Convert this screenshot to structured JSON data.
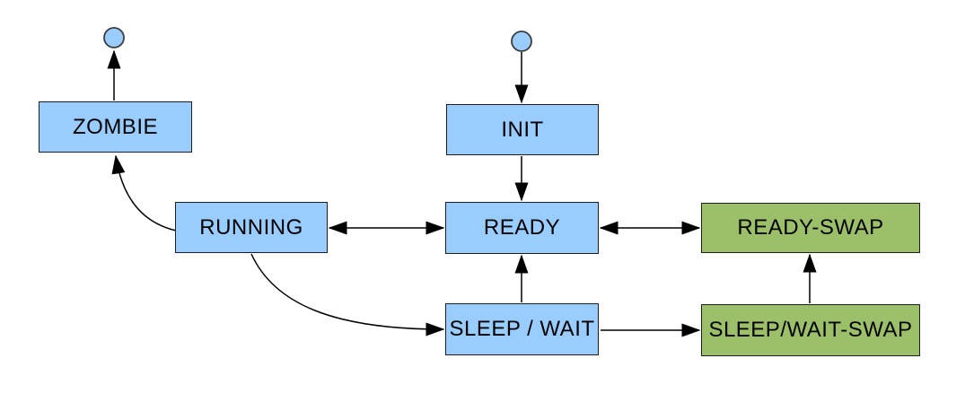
{
  "diagram": {
    "type": "state-diagram",
    "colors": {
      "blue_fill": "#99CCFF",
      "green_fill": "#9CBF69",
      "border": "#1F1F1F",
      "line": "#000000",
      "background": "#FFFFFF"
    },
    "start_markers": [
      {
        "id": "terminal-circle-zombie",
        "shape": "circle"
      },
      {
        "id": "start-circle-init",
        "shape": "circle"
      }
    ],
    "nodes": [
      {
        "id": "zombie",
        "label": "ZOMBIE",
        "fill": "blue_fill"
      },
      {
        "id": "init",
        "label": "INIT",
        "fill": "blue_fill"
      },
      {
        "id": "running",
        "label": "RUNNING",
        "fill": "blue_fill"
      },
      {
        "id": "ready",
        "label": "READY",
        "fill": "blue_fill"
      },
      {
        "id": "ready-swap",
        "label": "READY-SWAP",
        "fill": "green_fill"
      },
      {
        "id": "sleep-wait",
        "label": "SLEEP / WAIT",
        "fill": "blue_fill"
      },
      {
        "id": "sleep-wait-swap",
        "label": "SLEEP/WAIT-SWAP",
        "fill": "green_fill"
      }
    ],
    "edges": [
      {
        "from": "zombie",
        "to": "terminal-circle-zombie",
        "direction": "one-way"
      },
      {
        "from": "start-circle-init",
        "to": "init",
        "direction": "one-way"
      },
      {
        "from": "init",
        "to": "ready",
        "direction": "one-way"
      },
      {
        "from": "running",
        "to": "ready",
        "direction": "two-way"
      },
      {
        "from": "ready",
        "to": "ready-swap",
        "direction": "two-way"
      },
      {
        "from": "running",
        "to": "zombie",
        "direction": "one-way"
      },
      {
        "from": "running",
        "to": "sleep-wait",
        "direction": "one-way"
      },
      {
        "from": "sleep-wait",
        "to": "ready",
        "direction": "one-way"
      },
      {
        "from": "sleep-wait",
        "to": "sleep-wait-swap",
        "direction": "one-way"
      },
      {
        "from": "sleep-wait-swap",
        "to": "ready-swap",
        "direction": "one-way"
      }
    ]
  }
}
